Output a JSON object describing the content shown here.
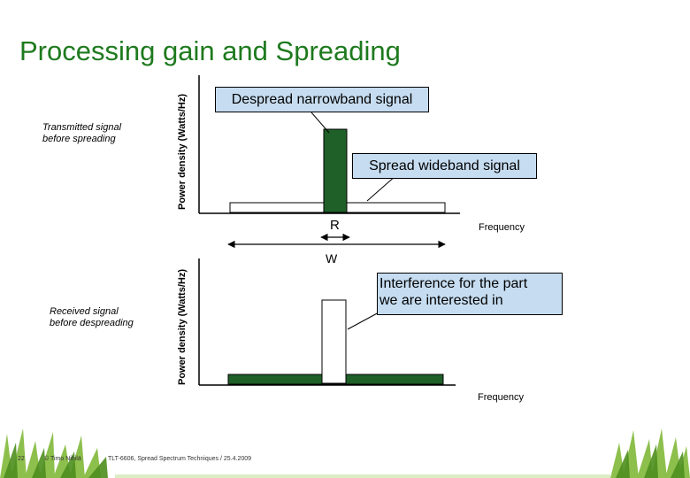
{
  "slide": {
    "title": "Processing gain and Spreading",
    "page_number": "22",
    "author": "© Timo Nihilä",
    "course": "TLT-6606, Spread Spectrum Techniques / 25.4.2009"
  },
  "top_panel": {
    "side_label": "Transmitted signal\nbefore spreading",
    "y_axis_label": "Power density (Watts/Hz)",
    "x_axis_label": "Frequency",
    "callout_narrowband": "Despread narrowband signal",
    "callout_wideband": "Spread wideband signal",
    "bandwidth_R": "R",
    "bandwidth_W": "W"
  },
  "bottom_panel": {
    "side_label": "Received signal\nbefore despreading",
    "y_axis_label": "Power density (Watts/Hz)",
    "x_axis_label": "Frequency",
    "callout_interference": "Interference for the part\nwe are interested in"
  },
  "colors": {
    "title": "#1e7a1e",
    "signal": "#1f5f28",
    "callout_fill": "#c6dcf0"
  }
}
